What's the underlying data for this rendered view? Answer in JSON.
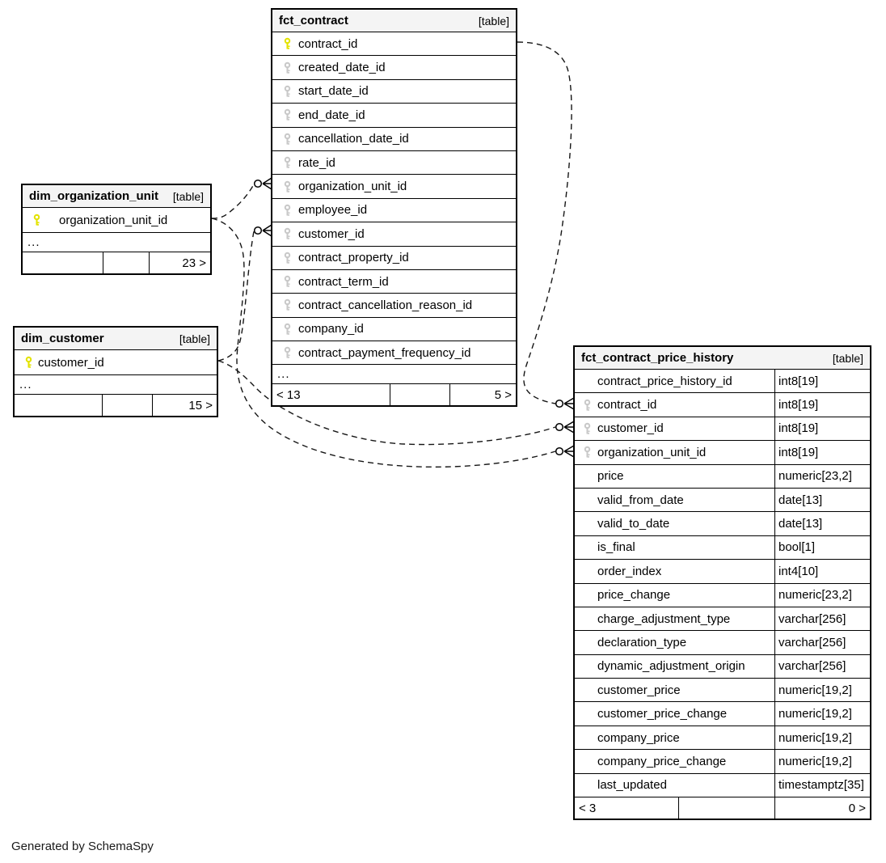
{
  "note": "Generated by SchemaSpy",
  "colors": {
    "pk_key": "#e3e300",
    "fk_key": "#c9c9c9",
    "header_bg": "#f4f4f4",
    "border": "#000000",
    "relation_line": "#161616"
  },
  "tables": [
    {
      "name": "fct_contract",
      "badge": "[table]",
      "columns": [
        {
          "icon": "pk",
          "name": "contract_id"
        },
        {
          "icon": "fk",
          "name": "created_date_id"
        },
        {
          "icon": "fk",
          "name": "start_date_id"
        },
        {
          "icon": "fk",
          "name": "end_date_id"
        },
        {
          "icon": "fk",
          "name": "cancellation_date_id"
        },
        {
          "icon": "fk",
          "name": "rate_id"
        },
        {
          "icon": "fk",
          "name": "organization_unit_id"
        },
        {
          "icon": "fk",
          "name": "employee_id"
        },
        {
          "icon": "fk",
          "name": "customer_id"
        },
        {
          "icon": "fk",
          "name": "contract_property_id"
        },
        {
          "icon": "fk",
          "name": "contract_term_id"
        },
        {
          "icon": "fk",
          "name": "contract_cancellation_reason_id"
        },
        {
          "icon": "fk",
          "name": "company_id"
        },
        {
          "icon": "fk",
          "name": "contract_payment_frequency_id"
        }
      ],
      "ellipsis": "...",
      "footer": {
        "left": "< 13",
        "middle": "",
        "right": "5 >"
      }
    },
    {
      "name": "dim_organization_unit",
      "badge": "[table]",
      "columns": [
        {
          "icon": "pk",
          "name": "organization_unit_id"
        }
      ],
      "ellipsis": "...",
      "footer": {
        "left": "",
        "middle": "",
        "right": "23 >"
      }
    },
    {
      "name": "dim_customer",
      "badge": "[table]",
      "columns": [
        {
          "icon": "pk",
          "name": "customer_id"
        }
      ],
      "ellipsis": "...",
      "footer": {
        "left": "",
        "middle": "",
        "right": "15 >"
      }
    },
    {
      "name": "fct_contract_price_history",
      "badge": "[table]",
      "columns": [
        {
          "icon": null,
          "name": "contract_price_history_id",
          "type": "int8[19]"
        },
        {
          "icon": "fk",
          "name": "contract_id",
          "type": "int8[19]"
        },
        {
          "icon": "fk",
          "name": "customer_id",
          "type": "int8[19]"
        },
        {
          "icon": "fk",
          "name": "organization_unit_id",
          "type": "int8[19]"
        },
        {
          "icon": null,
          "name": "price",
          "type": "numeric[23,2]"
        },
        {
          "icon": null,
          "name": "valid_from_date",
          "type": "date[13]"
        },
        {
          "icon": null,
          "name": "valid_to_date",
          "type": "date[13]"
        },
        {
          "icon": null,
          "name": "is_final",
          "type": "bool[1]"
        },
        {
          "icon": null,
          "name": "order_index",
          "type": "int4[10]"
        },
        {
          "icon": null,
          "name": "price_change",
          "type": "numeric[23,2]"
        },
        {
          "icon": null,
          "name": "charge_adjustment_type",
          "type": "varchar[256]"
        },
        {
          "icon": null,
          "name": "declaration_type",
          "type": "varchar[256]"
        },
        {
          "icon": null,
          "name": "dynamic_adjustment_origin",
          "type": "varchar[256]"
        },
        {
          "icon": null,
          "name": "customer_price",
          "type": "numeric[19,2]"
        },
        {
          "icon": null,
          "name": "customer_price_change",
          "type": "numeric[19,2]"
        },
        {
          "icon": null,
          "name": "company_price",
          "type": "numeric[19,2]"
        },
        {
          "icon": null,
          "name": "company_price_change",
          "type": "numeric[19,2]"
        },
        {
          "icon": null,
          "name": "last_updated",
          "type": "timestamptz[35]"
        }
      ],
      "footer": {
        "left": "< 3",
        "middle": "",
        "right": "0 >"
      }
    }
  ],
  "relationships": [
    {
      "from": "dim_organization_unit.organization_unit_id",
      "to": "fct_contract.organization_unit_id"
    },
    {
      "from": "dim_organization_unit.organization_unit_id",
      "to": "fct_contract_price_history.organization_unit_id"
    },
    {
      "from": "dim_customer.customer_id",
      "to": "fct_contract.customer_id"
    },
    {
      "from": "dim_customer.customer_id",
      "to": "fct_contract_price_history.customer_id"
    },
    {
      "from": "fct_contract.contract_id",
      "to": "fct_contract_price_history.contract_id"
    }
  ]
}
